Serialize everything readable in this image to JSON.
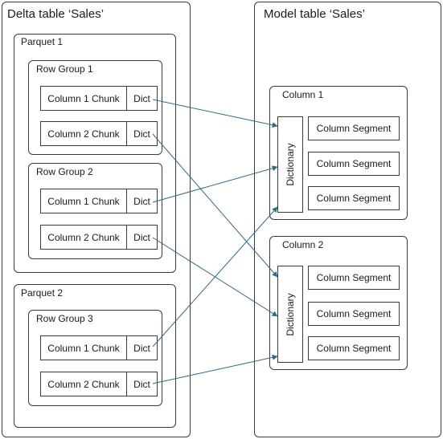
{
  "delta_table": {
    "title": "Delta table ‘Sales’",
    "parquets": [
      {
        "title": "Parquet 1",
        "row_groups": [
          {
            "title": "Row Group 1",
            "chunks": [
              {
                "label": "Column 1 Chunk",
                "dict": "Dict"
              },
              {
                "label": "Column 2 Chunk",
                "dict": "Dict"
              }
            ]
          },
          {
            "title": "Row Group 2",
            "chunks": [
              {
                "label": "Column 1 Chunk",
                "dict": "Dict"
              },
              {
                "label": "Column 2 Chunk",
                "dict": "Dict"
              }
            ]
          }
        ]
      },
      {
        "title": "Parquet 2",
        "row_groups": [
          {
            "title": "Row Group 3",
            "chunks": [
              {
                "label": "Column 1 Chunk",
                "dict": "Dict"
              },
              {
                "label": "Column 2 Chunk",
                "dict": "Dict"
              }
            ]
          }
        ]
      }
    ]
  },
  "model_table": {
    "title": "Model table ‘Sales’",
    "columns": [
      {
        "title": "Column 1",
        "dictionary": "Dictionary",
        "segments": [
          "Column Segment",
          "Column Segment",
          "Column Segment"
        ]
      },
      {
        "title": "Column 2",
        "dictionary": "Dictionary",
        "segments": [
          "Column Segment",
          "Column Segment",
          "Column Segment"
        ]
      }
    ]
  },
  "colors": {
    "border": "#3b3b3b",
    "arrow": "#2f6b84"
  }
}
